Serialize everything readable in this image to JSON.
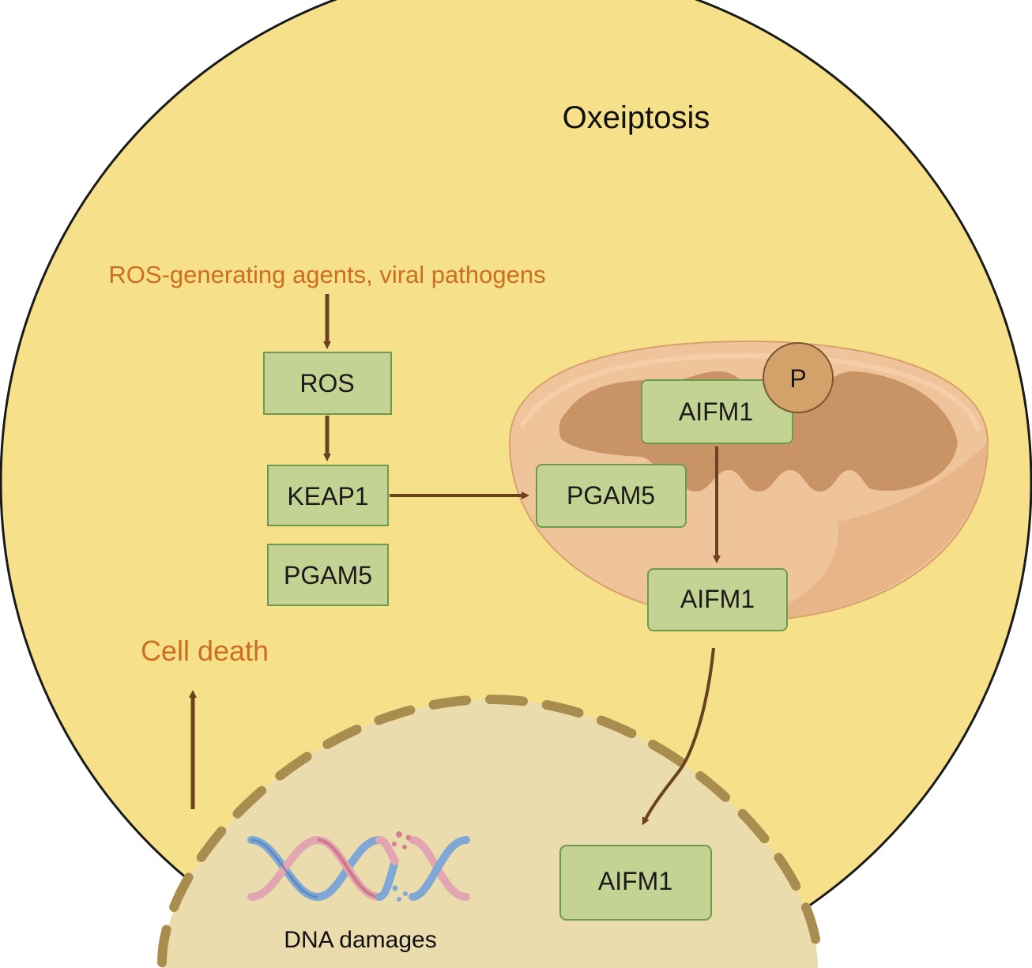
{
  "title": "Oxeiptosis",
  "trigger_label": "ROS-generating agents, viral pathogens",
  "nodes": {
    "ros": "ROS",
    "keap1": "KEAP1",
    "pgam5_cytosol": "PGAM5",
    "pgam5_mito": "PGAM5",
    "aifm1_mito": "AIFM1",
    "phospho": "P",
    "aifm1_released": "AIFM1",
    "aifm1_nucleus": "AIFM1"
  },
  "outcome_label": "Cell death",
  "dna_label": "DNA damages",
  "colors": {
    "cell": "#f6e08a",
    "cell_border": "#1a1a1a",
    "nucleus": "#ebdcae",
    "nucleus_border": "#a88d4e",
    "box_fill": "#c4d293",
    "box_border": "#6d9a4e",
    "arrow": "#6b4120",
    "accent_text": "#cc6f23",
    "mito_outer": "#f0c49a",
    "mito_inner": "#c99465",
    "phospho_fill": "#d2a26a"
  }
}
